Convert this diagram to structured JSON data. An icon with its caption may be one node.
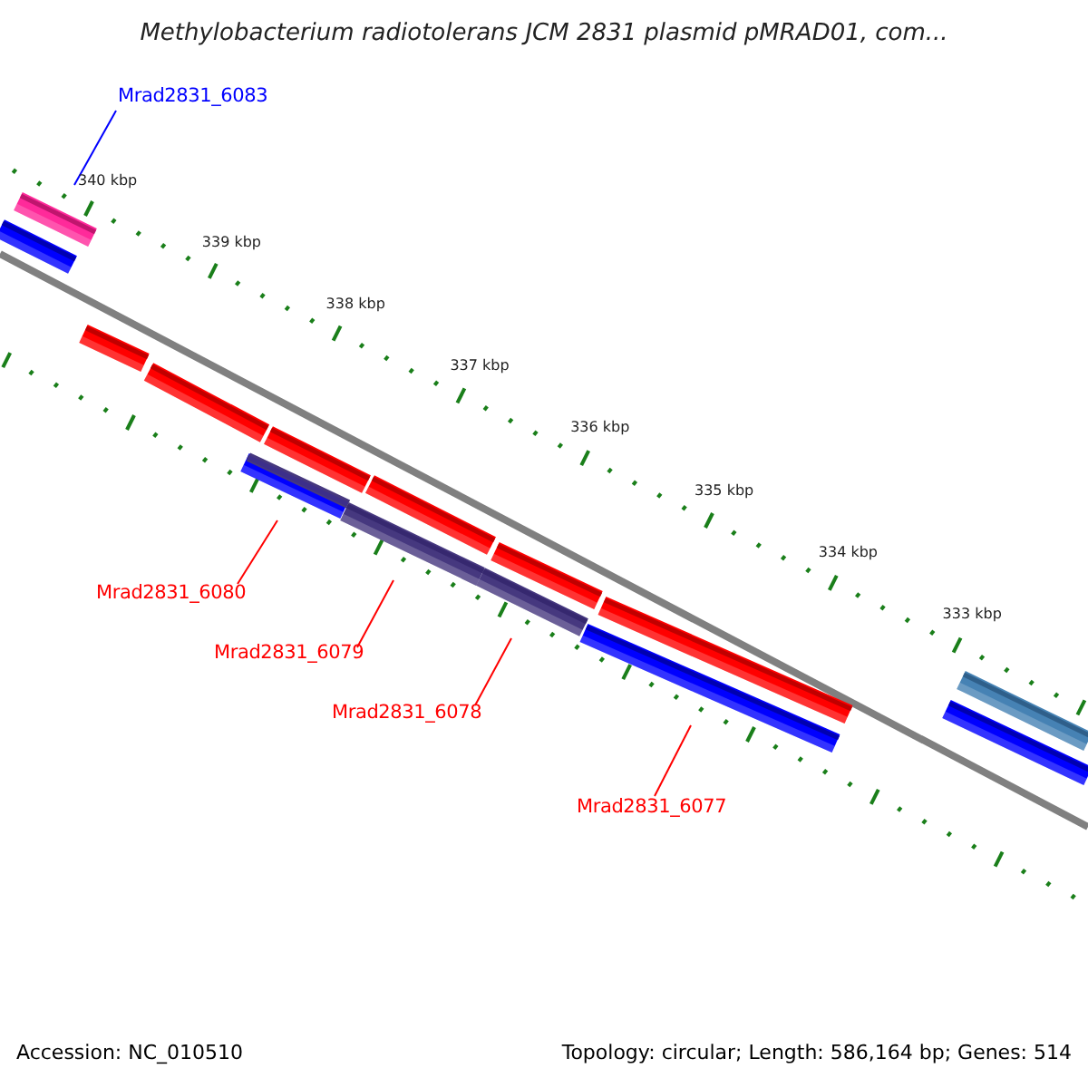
{
  "diagram": {
    "title": "Methylobacterium radiotolerans JCM 2831 plasmid pMRAD01, com...",
    "nodes": [
      {
        "text": [
          "Mrad2831_6083"
        ]
      },
      {
        "text": [],
        "shape": "bar"
      },
      {
        "text": [],
        "shape": "bar"
      },
      {
        "text": [],
        "shape": "bar"
      },
      {
        "text": [],
        "shape": "bar"
      },
      {
        "text": [],
        "shape": "bar"
      },
      {
        "text": [],
        "shape": "bar"
      },
      {
        "text": [],
        "shape": "bar"
      },
      {
        "text": [],
        "shape": "bar"
      },
      {
        "text": [],
        "shape": "bar"
      },
      {
        "text": [],
        "shape": "bar"
      },
      {
        "text": [],
        "shape": "bar"
      },
      {
        "text": [],
        "shape": "bar"
      },
      {
        "text": [],
        "shape": "bar"
      },
      {
        "text": [],
        "shape": "bar"
      },
      {
        "text": [
          "Mrad2831_6080"
        ]
      },
      {
        "text": [
          "Mrad2831_6079"
        ]
      },
      {
        "text": [
          "Mrad2831_6078"
        ]
      },
      {
        "text": [
          "Mrad2831_6077"
        ]
      }
    ],
    "edges": [
      {
        "from": 0,
        "to": 1,
        "arrow": "none",
        "color": "#0000ff"
      },
      {
        "from": 15,
        "to": 9,
        "arrow": "none"
      },
      {
        "from": 16,
        "to": 10,
        "arrow": "none"
      },
      {
        "from": 17,
        "to": 11,
        "arrow": "none"
      },
      {
        "from": 18,
        "to": 12,
        "arrow": "none"
      }
    ],
    "labels": [
      "340 kbp",
      "339 kbp",
      "338 kbp",
      "337 kbp",
      "336 kbp",
      "335 kbp",
      "334 kbp",
      "333 kbp",
      "Accession: NC_010510",
      "Topology: circular; Length: 586,164 bp; Genes: 514"
    ]
  }
}
